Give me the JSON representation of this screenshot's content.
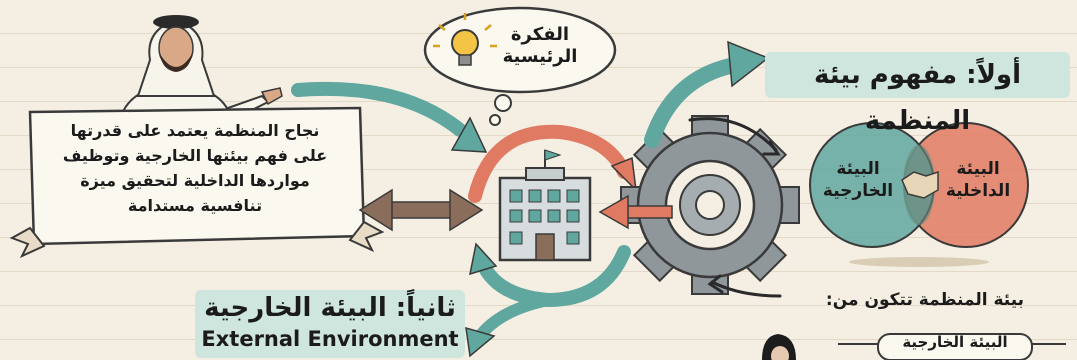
{
  "idea_bubble": {
    "line1": "الفكرة",
    "line2": "الرئيسية",
    "icon": "lightbulb-icon"
  },
  "main_statement": {
    "lines": [
      "نجاح المنظمة يعتمد على قدرتها",
      "على فهم بيئتها الخارجية وتوظيف",
      "مواردها الداخلية لتحقيق ميزة",
      "تنافسية مستدامة"
    ]
  },
  "section1": {
    "title": "أولاً: مفهوم بيئة المنظمة",
    "venn": {
      "external": {
        "line1": "البيئة",
        "line2": "الخارجية"
      },
      "internal": {
        "line1": "البيئة",
        "line2": "الداخلية"
      }
    }
  },
  "section2": {
    "title_ar": "ثانياً: البيئة الخارجية",
    "title_en": "External Environment"
  },
  "composition": {
    "text": "بيئة المنظمة تتكون من:",
    "external_label": "البيئة الخارجية"
  },
  "colors": {
    "teal": "#5fa79f",
    "coral": "#e07a62",
    "gear": "#8f979b",
    "highlight": "#cfe6df",
    "brown_arrow": "#8b6d5c"
  }
}
